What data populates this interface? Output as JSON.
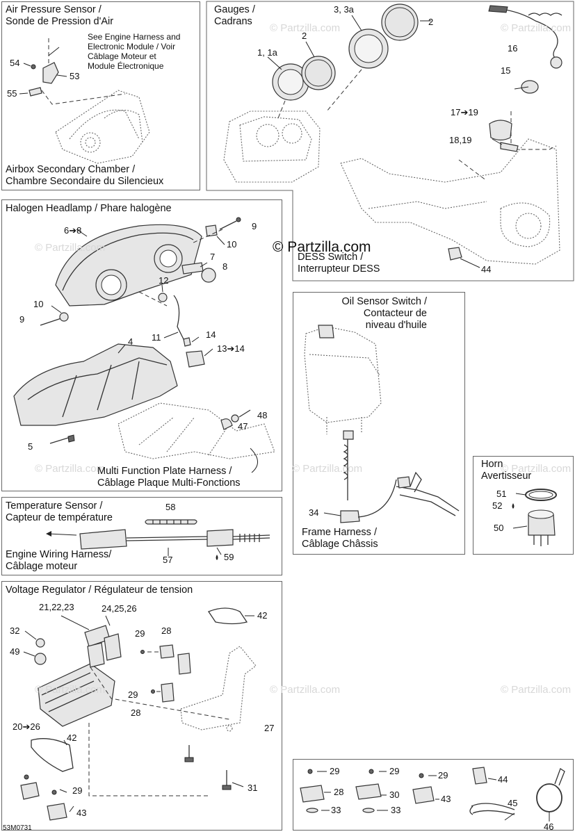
{
  "watermark": "© Partzilla.com",
  "brand": "© Partzilla.com",
  "diagram_code": "53M0731",
  "sections": {
    "air_pressure": {
      "title1": "Air Pressure Sensor /",
      "title2": "Sonde de Pression d'Air",
      "note": [
        "See Engine Harness and",
        "Electronic Module / Voir",
        "Câblage Moteur et",
        "Module Électronique"
      ],
      "footer1": "Airbox Secondary Chamber /",
      "footer2": "Chambre Secondaire du Silencieux",
      "callouts": [
        "54",
        "53",
        "55"
      ]
    },
    "gauges": {
      "title1": "Gauges /",
      "title2": "Cadrans",
      "callouts": [
        "3, 3a",
        "2",
        "1, 1a",
        "2"
      ]
    },
    "dess": {
      "title1": "DESS Switch /",
      "title2": "Interrupteur DESS",
      "callouts": [
        "16",
        "15",
        "17",
        "19",
        "18,19",
        "44"
      ]
    },
    "headlamp": {
      "title": "Halogen Headlamp / Phare halogène",
      "footer1": "Multi Function Plate Harness /",
      "footer2": "Câblage Plaque Multi-Fonctions",
      "callouts": [
        "6",
        "8",
        "9",
        "10",
        "7",
        "8",
        "12",
        "10",
        "9",
        "11",
        "14",
        "13",
        "14",
        "4",
        "48",
        "47",
        "5"
      ]
    },
    "oil": {
      "title1": "Oil Sensor Switch /",
      "title2": "Contacteur de",
      "title3": "niveau d'huile",
      "footer1": "Frame Harness /",
      "footer2": "Câblage Châssis",
      "callouts": [
        "34"
      ]
    },
    "horn": {
      "title1": "Horn",
      "title2": "Avertisseur",
      "callouts": [
        "51",
        "52",
        "50"
      ]
    },
    "temperature": {
      "title1": "Temperature Sensor /",
      "title2": "Capteur de température",
      "footer1": "Engine Wiring Harness/",
      "footer2": "Câblage moteur",
      "callouts": [
        "58",
        "57",
        "59"
      ]
    },
    "voltage": {
      "title": "Voltage Regulator / Régulateur de tension",
      "callouts": [
        "21,22,23",
        "24,25,26",
        "42",
        "32",
        "29",
        "28",
        "49",
        "29",
        "28",
        "20",
        "26",
        "27",
        "42",
        "29",
        "31",
        "43"
      ]
    },
    "hardware": {
      "callouts": [
        "29",
        "28",
        "33",
        "29",
        "30",
        "33",
        "29",
        "43",
        "44",
        "45",
        "46"
      ]
    }
  }
}
